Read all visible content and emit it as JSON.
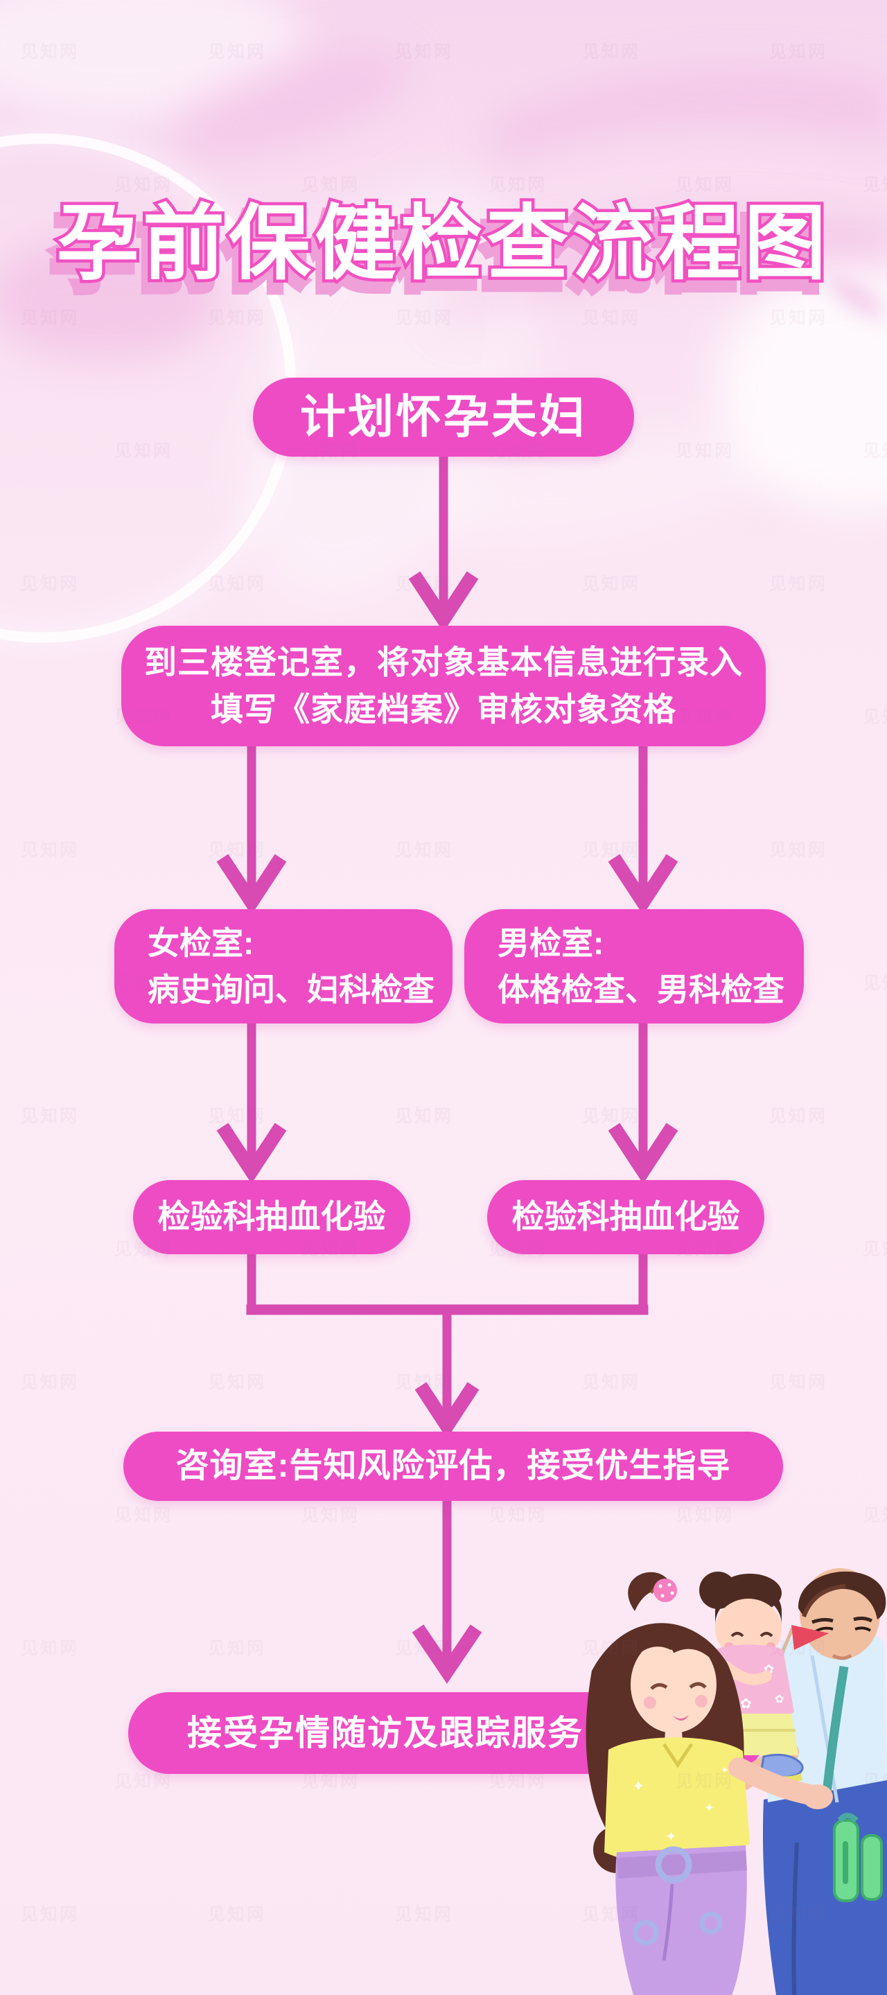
{
  "poster": {
    "title": "孕前保健检查流程图"
  },
  "flow": {
    "start": {
      "label": "计划怀孕夫妇"
    },
    "register": {
      "line1": "到三楼登记室，将对象基本信息进行录入",
      "line2": "填写《家庭档案》审核对象资格"
    },
    "female_exam": {
      "title": "女检室:",
      "detail": "病史询问、妇科检查"
    },
    "male_exam": {
      "title": "男检室:",
      "detail": "体格检查、男科检查"
    },
    "lab_left": {
      "label": "检验科抽血化验"
    },
    "lab_right": {
      "label": "检验科抽血化验"
    },
    "consult": {
      "label": "咨询室:告知风险评估，接受优生指导"
    },
    "follow_up": {
      "label": "接受孕情随访及跟踪服务"
    }
  },
  "watermark": {
    "text": "见知网"
  },
  "colors": {
    "node_fill": "#ee4cc4",
    "connector": "#d74bb2",
    "title_fill": "#ffffff",
    "title_outline": "#f250c2",
    "title_shadow": "#efa0d8",
    "background": "#fbe7f4"
  },
  "illustration": {
    "name": "family-parents-and-child"
  }
}
